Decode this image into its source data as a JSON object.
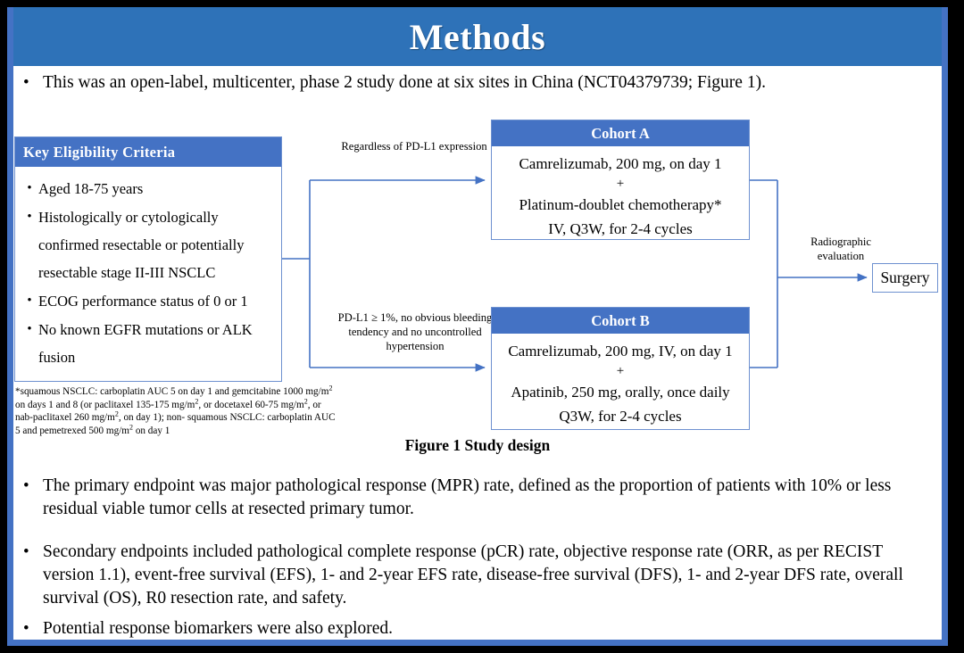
{
  "slide": {
    "title": "Methods",
    "accent_title_bar": "#2E72B8",
    "accent_box": "#4472C4",
    "connector_color": "#4472C4"
  },
  "lead_bullet": {
    "marker": "•",
    "text": "This was an open-label, multicenter, phase 2 study done at six sites in China (NCT04379739; Figure 1)."
  },
  "figure": {
    "caption": "Figure 1 Study design",
    "eligibility": {
      "header": "Key  Eligibility Criteria",
      "marker": "•",
      "items": [
        "Aged 18-75 years",
        "Histologically or cytologically confirmed resectable or potentially resectable stage II-III  NSCLC",
        "ECOG performance status of 0 or 1",
        "No known EGFR mutations or ALK fusion"
      ]
    },
    "footnote": {
      "line1_a": "*squamous NSCLC: carboplatin AUC 5 on day 1 and gemcitabine 1000 mg/m",
      "line1_sup": "2",
      "line1_b": " on days 1 and 8 (or",
      "line2_a": "paclitaxel 135-175 mg/m",
      "line2_sup1": "2",
      "line2_b": ", or docetaxel 60-75 mg/m",
      "line2_sup2": "2",
      "line2_c": ", or nab-paclitaxel 260 mg/m",
      "line2_sup3": "2",
      "line2_d": ", on day 1); non-",
      "line3_a": "squamous NSCLC: carboplatin AUC 5 and pemetrexed 500 mg/m",
      "line3_sup": "2",
      "line3_b": " on day 1"
    },
    "arrow_labels": {
      "top": "Regardless  of PD-L1 expression",
      "bottom": "PD-L1 ≥ 1%, no obvious bleeding tendency  and no uncontrolled  hypertension",
      "right": "Radiographic evaluation"
    },
    "cohort_a": {
      "header": "Cohort A",
      "line1": "Camrelizumab, 200 mg, on day 1",
      "plus": "+",
      "line2": "Platinum-doublet chemotherapy*",
      "line3": "IV, Q3W, for 2-4 cycles"
    },
    "cohort_b": {
      "header": "Cohort B",
      "line1": "Camrelizumab, 200 mg, IV, on day 1",
      "plus": "+",
      "line2": "Apatinib, 250 mg, orally, once daily",
      "line3": "Q3W, for 2-4 cycles"
    },
    "surgery": {
      "label": "Surgery"
    }
  },
  "body_bullets": [
    {
      "marker": "•",
      "text": "The primary endpoint was major pathological response (MPR) rate, defined as the proportion of patients with 10% or less residual viable tumor cells at resected primary tumor."
    },
    {
      "marker": "•",
      "text": "Secondary endpoints included pathological complete response (pCR) rate, objective response rate (ORR, as per RECIST version 1.1), event-free survival (EFS), 1- and 2-year EFS rate, disease-free survival (DFS), 1- and 2-year DFS rate, overall survival (OS), R0 resection rate, and safety."
    },
    {
      "marker": "•",
      "text": "Potential response biomarkers were also explored."
    }
  ]
}
